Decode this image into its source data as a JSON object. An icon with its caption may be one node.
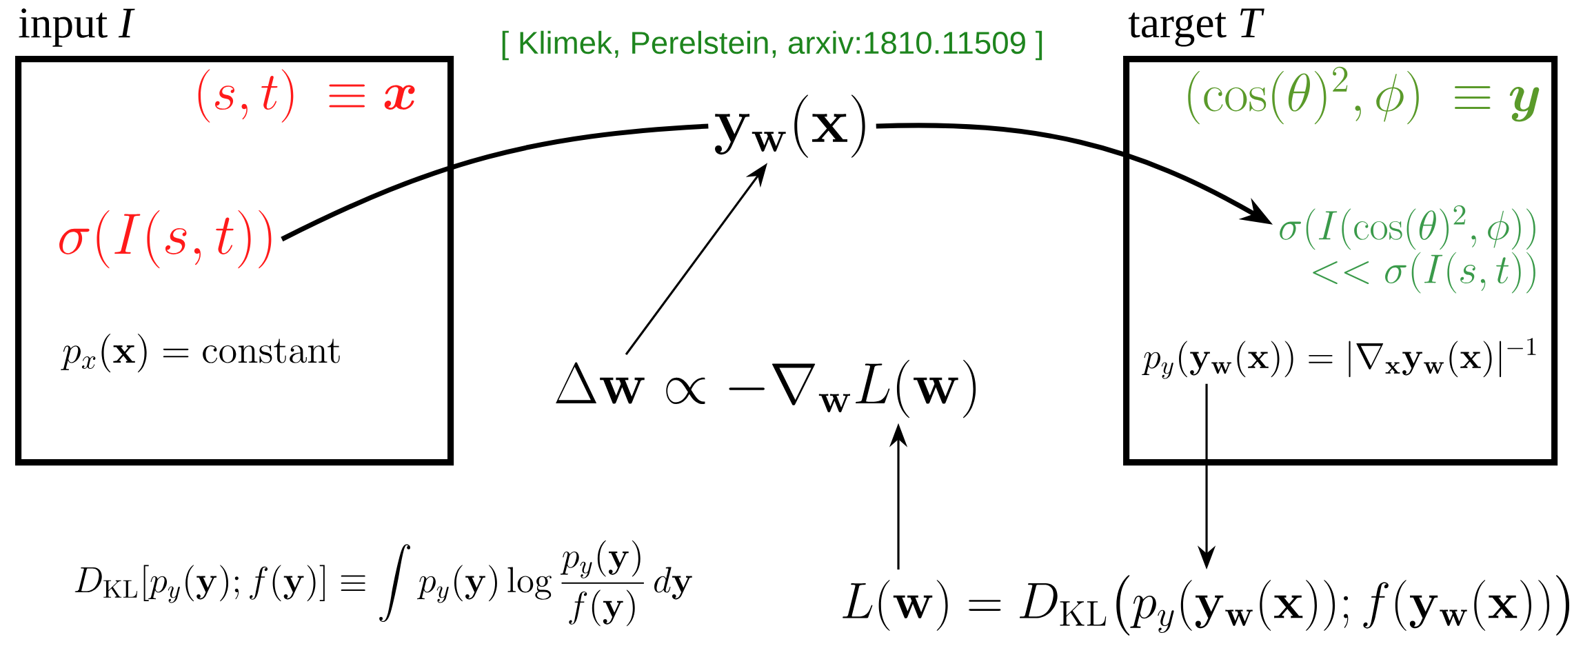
{
  "diagram": {
    "nodes": [
      {
        "text": [
          "input *I*",
          "(s,t)\\ \\equiv \\boldsymbol{x}",
          "p_x(\\mathbf{x}) = \\mathrm{constant}"
        ]
      },
      {
        "text": [
          "\\sigma(I(s,t))"
        ],
        "in": 0
      },
      {
        "text": [
          "\\mathbf{y}_{\\mathbf{w}}(\\mathbf{x})"
        ]
      },
      {
        "text": [
          "\\Delta\\mathbf{w} \\propto -\\nabla_{\\mathbf{w}} L(\\mathbf{w})"
        ]
      },
      {
        "text": [
          "target *T*",
          "(\\cos(\\theta)^2,\\phi)\\ \\equiv \\boldsymbol{y}"
        ]
      },
      {
        "text": [
          "\\sigma(I(\\cos(\\theta)^2,\\phi))",
          "<< \\sigma(I(s,t))"
        ],
        "in": 4
      },
      {
        "text": [
          "p_y(\\mathbf{y}_{\\mathbf{w}}(\\mathbf{x})) = |\\nabla_{\\mathbf{x}}\\mathbf{y}_{\\mathbf{w}}(\\mathbf{x})|^{-1}"
        ],
        "in": 4
      },
      {
        "text": [
          "L(\\mathbf{w}) = D_{\\mathrm{KL}}\\big(p_y(\\mathbf{y}_{\\mathbf{w}}(\\mathbf{x})); f(\\mathbf{y}_{\\mathbf{w}}(\\mathbf{x}))\\big)"
        ]
      }
    ],
    "edges": [
      {
        "from": 1,
        "to": 2,
        "arrow": "none",
        "style": "thick"
      },
      {
        "from": 2,
        "to": 5,
        "arrow": "to",
        "style": "thick"
      },
      {
        "from": 3,
        "to": 2,
        "arrow": "to"
      },
      {
        "from": 7,
        "to": 3,
        "arrow": "to"
      },
      {
        "from": 6,
        "to": 7,
        "arrow": "to"
      }
    ],
    "labels": [
      "[ Klimek, Perelstein, arxiv:1810.11509 ]",
      "D_{\\mathrm{KL}}[p_y(\\mathbf{y}); f(\\mathbf{y})] \\equiv \\int p_y(\\mathbf{y}) \\log\\frac{p_y(\\mathbf{y})}{f(\\mathbf{y})}\\, d\\mathbf{y}"
    ]
  }
}
